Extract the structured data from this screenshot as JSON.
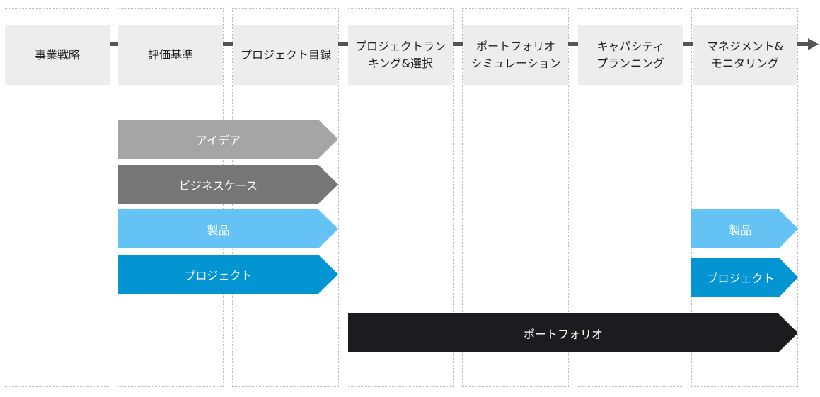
{
  "stages": [
    {
      "label": "事業戦略"
    },
    {
      "label": "評価基準"
    },
    {
      "label": "プロジェクト目録"
    },
    {
      "label": "プロジェクトラン\nキング&選択"
    },
    {
      "label": "ポートフォリオ\nシミュレーション"
    },
    {
      "label": "キャパシティ\nプランニング"
    },
    {
      "label": "マネジメント&\nモニタリング"
    }
  ],
  "flow_arrows": {
    "idea": "アイデア",
    "business_case": "ビジネスケース",
    "product": "製品",
    "project": "プロジェクト",
    "product_end": "製品",
    "project_end": "プロジェクト",
    "portfolio": "ポートフォリオ"
  },
  "colors": {
    "stage_box": "#ededed",
    "idea": "#a5a5a5",
    "business_case": "#767676",
    "product": "#65c2f5",
    "project": "#0394d2",
    "portfolio": "#1c1c1e",
    "timeline": "#555555"
  }
}
